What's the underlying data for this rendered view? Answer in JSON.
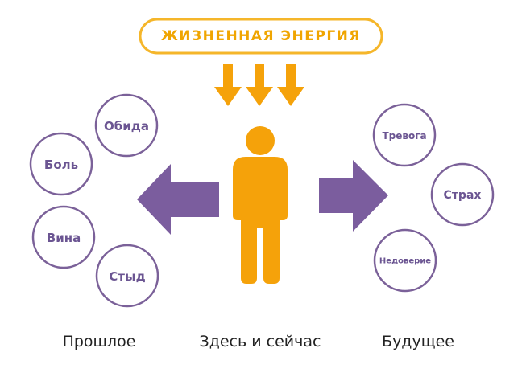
{
  "banner": {
    "label": "ЖИЗНЕННАЯ ЭНЕРГИЯ"
  },
  "past": {
    "items": [
      "Обида",
      "Боль",
      "Вина",
      "Стыд"
    ],
    "caption": "Прошлое"
  },
  "present": {
    "caption": "Здесь и сейчас"
  },
  "future": {
    "items": [
      "Тревога",
      "Страх",
      "Недоверие"
    ],
    "caption": "Будущее"
  },
  "colors": {
    "orange": "#f5a20a",
    "purple": "#7b5d9e",
    "circle_border": "#7b6199",
    "text": "#6b5592"
  },
  "icons": [
    "person-icon",
    "arrow-down-icon",
    "arrow-left-icon",
    "arrow-right-icon"
  ]
}
